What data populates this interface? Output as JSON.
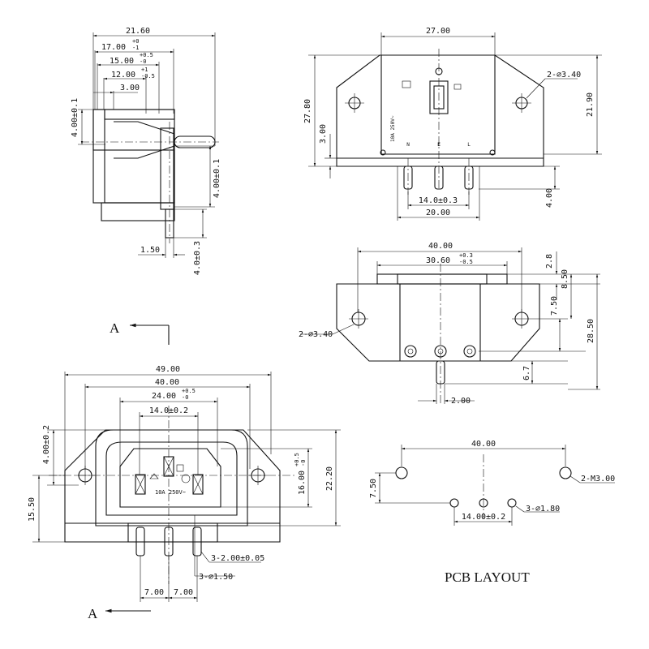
{
  "side_view": {
    "dim_overall_width": "21.60",
    "dim_17": "17.00",
    "dim_17_tol_upper": "+0",
    "dim_17_tol_lower": "-1",
    "dim_15": "15.00",
    "dim_15_tol_upper": "+0.5",
    "dim_15_tol_lower": "-0",
    "dim_12": "12.00",
    "dim_12_tol_upper": "+1",
    "dim_12_tol_lower": "-0.5",
    "dim_3": "3.00",
    "dim_4_top": "4.00±0.1",
    "dim_4_right": "4.00±0.1",
    "dim_pin_width": "1.50",
    "dim_pin_len": "4.0±0.3",
    "section_marker": "A"
  },
  "top_right_view": {
    "dim_width": "27.00",
    "dim_height_left": "27.80",
    "dim_height_right": "21.90",
    "dim_flange": "3.00",
    "dim_hole": "2-⌀3.40",
    "dim_pin_spacing": "14.0±0.3",
    "dim_base": "20.00",
    "dim_pin_len": "4.00",
    "rating_label": "10A 250V~",
    "pin_labels": [
      "N",
      "E",
      "L"
    ]
  },
  "middle_right_view": {
    "dim_width": "40.00",
    "dim_inner": "30.60",
    "dim_inner_tol_upper": "+0.3",
    "dim_inner_tol_lower": "-0.5",
    "dim_2_8": "2.8",
    "dim_8_5": "8.50",
    "dim_7_5": "7.50",
    "dim_28_5": "28.50",
    "dim_6_7": "6.7",
    "dim_2": "2.00",
    "dim_hole": "2-⌀3.40"
  },
  "front_view": {
    "dim_49": "49.00",
    "dim_40": "40.00",
    "dim_24": "24.00",
    "dim_24_tol_upper": "+0.5",
    "dim_24_tol_lower": "-0",
    "dim_14": "14.0±0.2",
    "dim_4_left": "4.00±0.2",
    "dim_15_5": "15.50",
    "dim_16": "16.00",
    "dim_16_tol_upper": "+0.5",
    "dim_16_tol_lower": "-0",
    "dim_22_2": "22.20",
    "dim_pin_thickness": "3-2.00±0.05",
    "dim_pin_holes": "3-⌀1.50",
    "dim_7_left": "7.00",
    "dim_7_right": "7.00",
    "rating_label": "10A  250V~",
    "section_marker": "A"
  },
  "pcb_layout": {
    "title": "PCB LAYOUT",
    "dim_40": "40.00",
    "dim_7_5": "7.50",
    "dim_14": "14.00±0.2",
    "dim_mount_holes": "2-M3.00",
    "dim_pin_holes": "3-⌀1.80"
  }
}
